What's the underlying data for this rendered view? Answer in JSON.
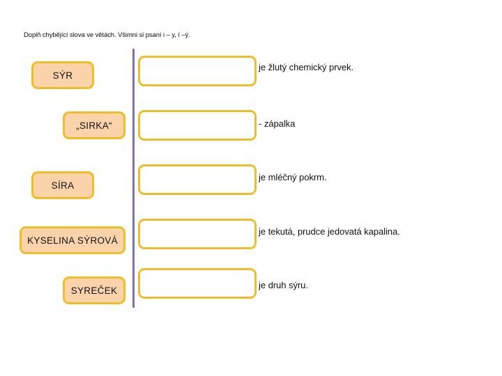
{
  "worksheet": {
    "instruction": "Doplň chybějící slova ve větách. Všimni si psaní i – y, í –ý.",
    "accent_border_color": "#EDBE2C",
    "chip_fill_color": "#FAD3AB",
    "divider_color": "#8072A8",
    "background_color": "#FFFFFF",
    "rows": [
      {
        "word": "SÝR",
        "answer_value": "",
        "answer_placeholder": "",
        "sentence": "je žlutý chemický prvek."
      },
      {
        "word": "„SIRKA“",
        "answer_value": "",
        "answer_placeholder": "",
        "sentence": "- zápalka"
      },
      {
        "word": "SÍRA",
        "answer_value": "",
        "answer_placeholder": "",
        "sentence": "je mléčný pokrm."
      },
      {
        "word": "KYSELINA SÝROVÁ",
        "answer_value": "",
        "answer_placeholder": "",
        "sentence": "je tekutá, prudce jedovatá kapalina."
      },
      {
        "word": "SYREČEK",
        "answer_value": "",
        "answer_placeholder": "",
        "sentence": "je druh sýru."
      }
    ]
  }
}
